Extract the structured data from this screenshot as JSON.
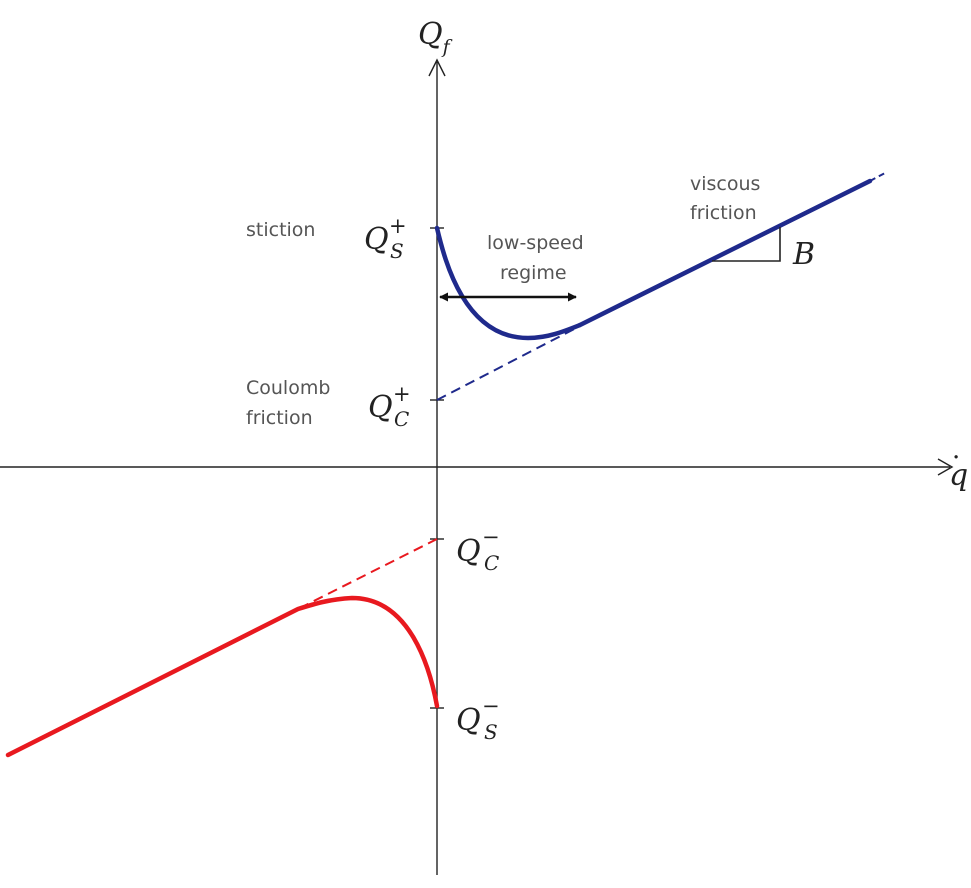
{
  "axes": {
    "y_label": {
      "base": "Q",
      "sub": "f"
    },
    "x_label": {
      "base": "q",
      "accent": "·"
    }
  },
  "ticks": {
    "qs_plus": {
      "base": "Q",
      "sup": "+",
      "sub": "S"
    },
    "qc_plus": {
      "base": "Q",
      "sup": "+",
      "sub": "C"
    },
    "qc_minus": {
      "base": "Q",
      "sup": "−",
      "sub": "C"
    },
    "qs_minus": {
      "base": "Q",
      "sup": "−",
      "sub": "S"
    }
  },
  "annotations": {
    "stiction": "stiction",
    "coulomb_line1": "Coulomb",
    "coulomb_line2": "friction",
    "low_speed_line1": "low-speed",
    "low_speed_line2": "regime",
    "viscous_line1": "viscous",
    "viscous_line2": "friction",
    "slope": "B"
  },
  "colors": {
    "positive_curve": "#1f2a8c",
    "negative_curve": "#e8191f",
    "axis": "#222222",
    "annotation_text": "#555555"
  }
}
